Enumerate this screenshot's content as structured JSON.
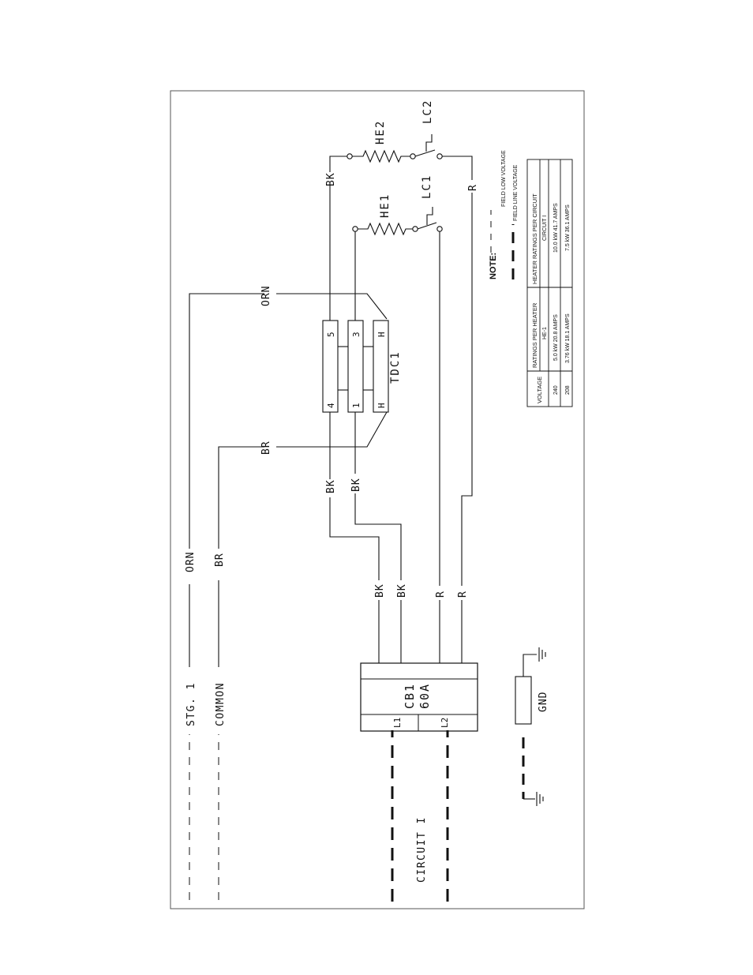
{
  "circuit_labels": {
    "stage1": "STG. 1",
    "common": "COMMON",
    "circuit": "CIRCUIT I"
  },
  "breaker": {
    "name": "CB1",
    "rating": "60A",
    "terminal_l1": "L1",
    "terminal_l2": "L2"
  },
  "ground": {
    "label": "GND"
  },
  "relay": {
    "name": "TDC1",
    "pins": [
      "4",
      "1",
      "H",
      "5",
      "3",
      "H"
    ]
  },
  "heaters": {
    "he1": "HE1",
    "he2": "HE2"
  },
  "limits": {
    "lc1": "LC1",
    "lc2": "LC2"
  },
  "wire_colors": {
    "orn": "ORN",
    "br": "BR",
    "bk": "BK",
    "r": "R"
  },
  "note": {
    "title": "NOTE:",
    "low_voltage": "FIELD LOW VOLTAGE",
    "line_voltage": "FIELD LINE VOLTAGE"
  },
  "ratings_table": {
    "col_voltage": "VOLTAGE",
    "col_per_heater": "RATINGS PER HEATER",
    "col_per_circuit": "HEATER RATINGS PER CIRCUIT",
    "sub_heater": "HE-1",
    "sub_circuit": "CIRCUIT I",
    "rows": [
      {
        "voltage": "240",
        "per_heater": "5.0 kW 20.8 AMPS",
        "per_circuit": "10.0 kW 41.7 AMPS"
      },
      {
        "voltage": "208",
        "per_heater": "3.76 kW 18.1 AMPS",
        "per_circuit": "7.5 kW 36.1 AMPS"
      }
    ]
  }
}
